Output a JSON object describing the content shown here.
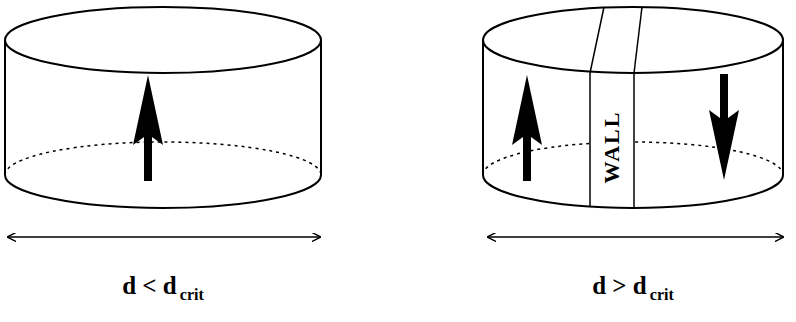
{
  "diagram": {
    "nodes": [
      {
        "text": [
          "WALL"
        ]
      }
    ],
    "labels": [
      "d < d",
      "crit",
      "d > d",
      "crit"
    ]
  }
}
